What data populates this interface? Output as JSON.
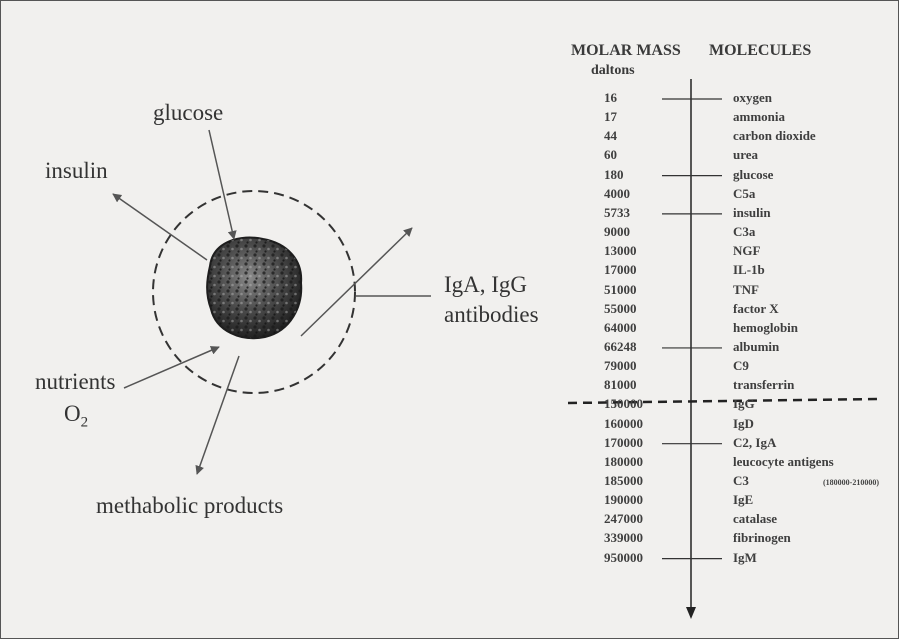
{
  "left": {
    "glucose": "glucose",
    "insulin": "insulin",
    "antibodies_line1": "IgA, IgG",
    "antibodies_line2": "antibodies",
    "nutrients": "nutrients",
    "o2_main": "O",
    "o2_sub": "2",
    "metabolic": "methabolic products"
  },
  "right": {
    "header_mass": "MOLAR MASS",
    "header_mass_unit": "daltons",
    "header_molecules": "MOLECULES",
    "rows": [
      {
        "mass": "16",
        "molecule": "oxygen",
        "tick": true
      },
      {
        "mass": "17",
        "molecule": "ammonia",
        "tick": false
      },
      {
        "mass": "44",
        "molecule": "carbon dioxide",
        "tick": false
      },
      {
        "mass": "60",
        "molecule": "urea",
        "tick": false
      },
      {
        "mass": "180",
        "molecule": "glucose",
        "tick": true
      },
      {
        "mass": "4000",
        "molecule": "C5a",
        "tick": false
      },
      {
        "mass": "5733",
        "molecule": "insulin",
        "tick": true
      },
      {
        "mass": "9000",
        "molecule": "C3a",
        "tick": false
      },
      {
        "mass": "13000",
        "molecule": "NGF",
        "tick": false
      },
      {
        "mass": "17000",
        "molecule": "IL-1b",
        "tick": false
      },
      {
        "mass": "51000",
        "molecule": "TNF",
        "tick": false
      },
      {
        "mass": "55000",
        "molecule": "factor X",
        "tick": false
      },
      {
        "mass": "64000",
        "molecule": "hemoglobin",
        "tick": false
      },
      {
        "mass": "66248",
        "molecule": "albumin",
        "tick": true
      },
      {
        "mass": "79000",
        "molecule": "C9",
        "tick": false
      },
      {
        "mass": "81000",
        "molecule": "transferrin",
        "tick": false
      },
      {
        "mass": "150000",
        "molecule": "IgG",
        "tick": false
      },
      {
        "mass": "160000",
        "molecule": "IgD",
        "tick": false
      },
      {
        "mass": "170000",
        "molecule": "C2, IgA",
        "tick": true
      },
      {
        "mass": "180000",
        "molecule": "leucocyte antigens",
        "tick": false
      },
      {
        "mass": "185000",
        "molecule": "C3",
        "tick": false,
        "note": "(180000-210000)"
      },
      {
        "mass": "190000",
        "molecule": "IgE",
        "tick": false
      },
      {
        "mass": "247000",
        "molecule": "catalase",
        "tick": false
      },
      {
        "mass": "339000",
        "molecule": "fibrinogen",
        "tick": false
      },
      {
        "mass": "950000",
        "molecule": "IgM",
        "tick": true
      }
    ]
  }
}
